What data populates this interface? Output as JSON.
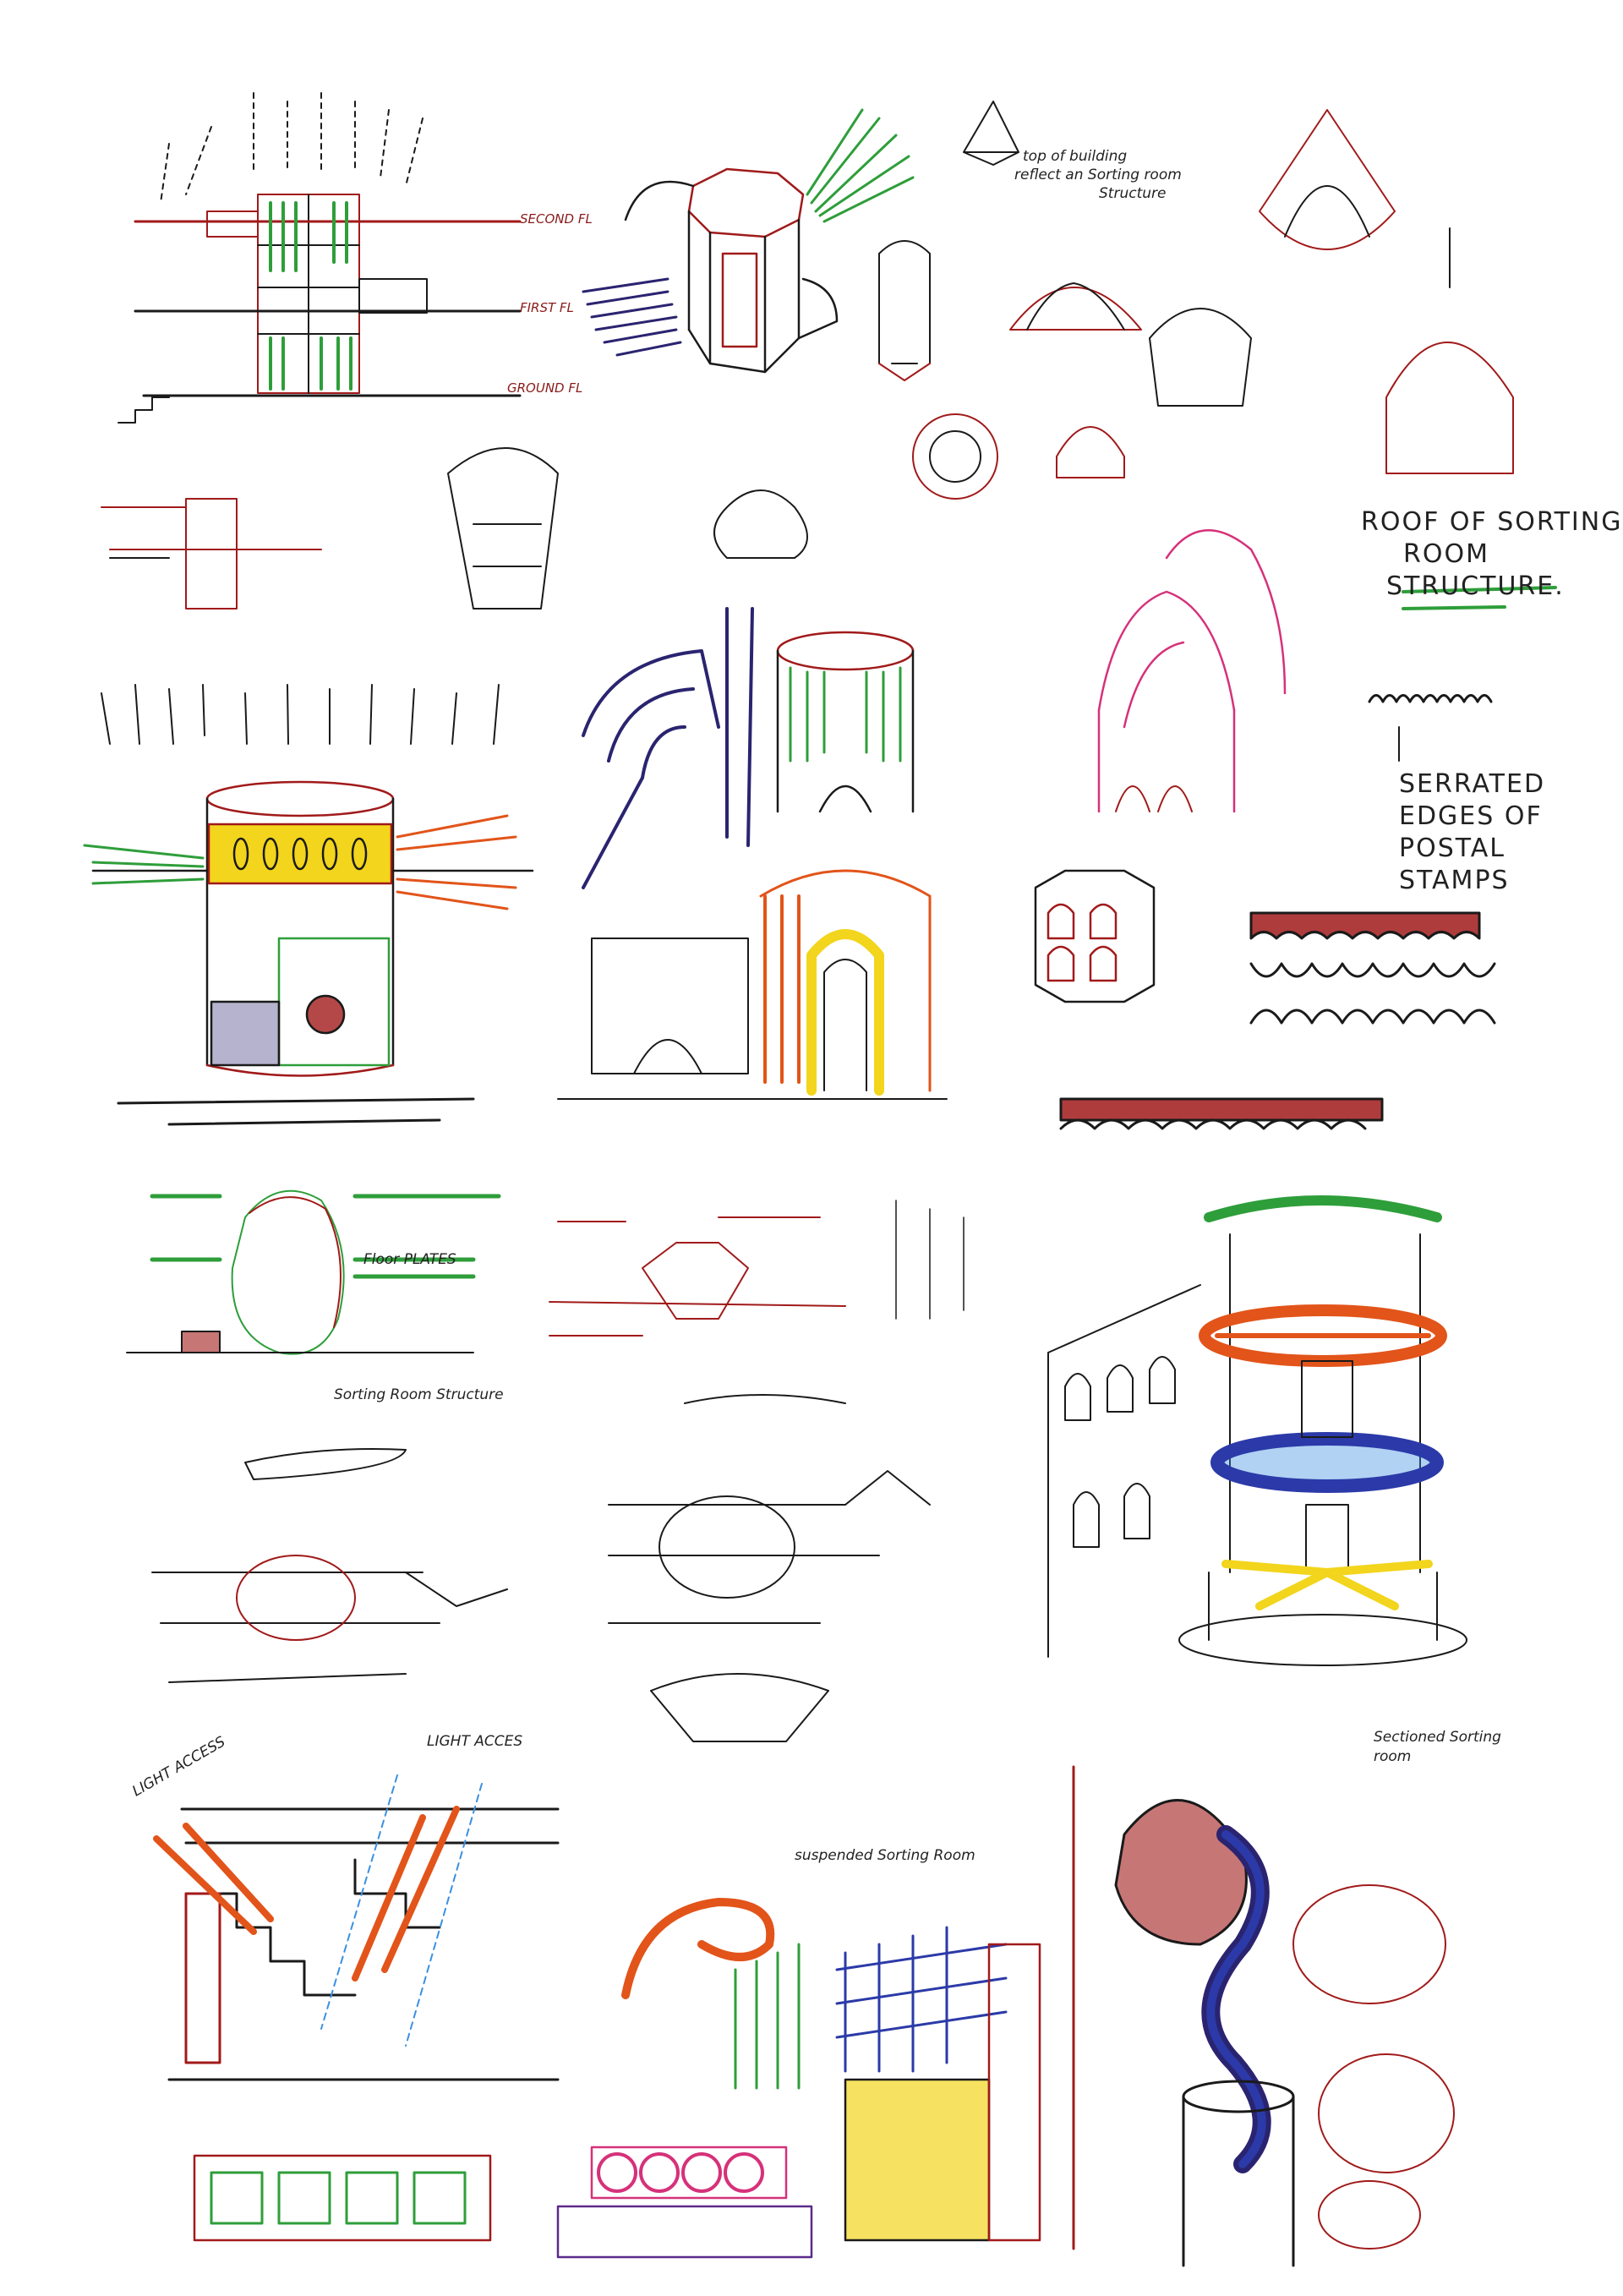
{
  "annotations": {
    "second_fl": "SECOND FL",
    "first_fl": "FIRST FL",
    "ground_fl": "GROUND FL",
    "top_of_building_1": "top of building",
    "top_of_building_2": "reflect an Sorting room",
    "top_of_building_3": "Structure",
    "roof_line1": "ROOF OF SORTING",
    "roof_line2": "ROOM",
    "roof_line3": "STRUCTURE.",
    "serrated_line1": "SERRATED",
    "serrated_line2": "EDGES OF",
    "serrated_line3": "POSTAL",
    "serrated_line4": "STAMPS",
    "floor_plates": "Floor PLATES",
    "sorting_room_structure": "Sorting Room Structure",
    "light_access_left": "LIGHT ACCESS",
    "light_access_right": "LIGHT ACCES",
    "suspended_sorting_room": "suspended Sorting Room",
    "sectioned_line1": "Sectioned Sorting",
    "sectioned_line2": "room"
  },
  "colors": {
    "ink": "#1a1a1a",
    "red": "#a11a1a",
    "green": "#2e9e3a",
    "orange": "#e2541a",
    "blue": "#2b3aa8",
    "navy": "#2a2470",
    "yellow": "#f2d51c",
    "pink": "#d6317a",
    "purple": "#5b2a8a",
    "light_blue": "#3b8fe0"
  },
  "icons": [
    "sketch-section-tower",
    "sketch-octagon-tower",
    "sketch-dome",
    "sketch-cylinder-building",
    "sketch-arch-corridor",
    "sketch-sorting-room-perspective",
    "sketch-spiral-section"
  ]
}
